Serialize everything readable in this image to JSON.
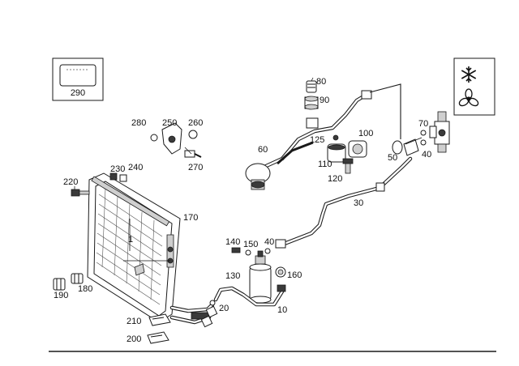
{
  "legend_box": {
    "label": "290"
  },
  "labels": {
    "l10": "10",
    "l20": "20",
    "l30": "30",
    "l40a": "40",
    "l40b": "40",
    "l50": "50",
    "l60": "60",
    "l70": "70",
    "l80": "80",
    "l90": "90",
    "l100": "100",
    "l110": "110",
    "l120": "120",
    "l125": "125",
    "l130": "130",
    "l140": "140",
    "l150": "150",
    "l160": "160",
    "l170": "170",
    "l180": "180",
    "l190": "190",
    "l200": "200",
    "l210": "210",
    "l220": "220",
    "l230": "230",
    "l240": "240",
    "l250": "250",
    "l260": "260",
    "l270": "270",
    "l280": "280",
    "l1": "1"
  },
  "icons": {
    "top": "snowflake-icon",
    "bottom": "fan-icon"
  }
}
